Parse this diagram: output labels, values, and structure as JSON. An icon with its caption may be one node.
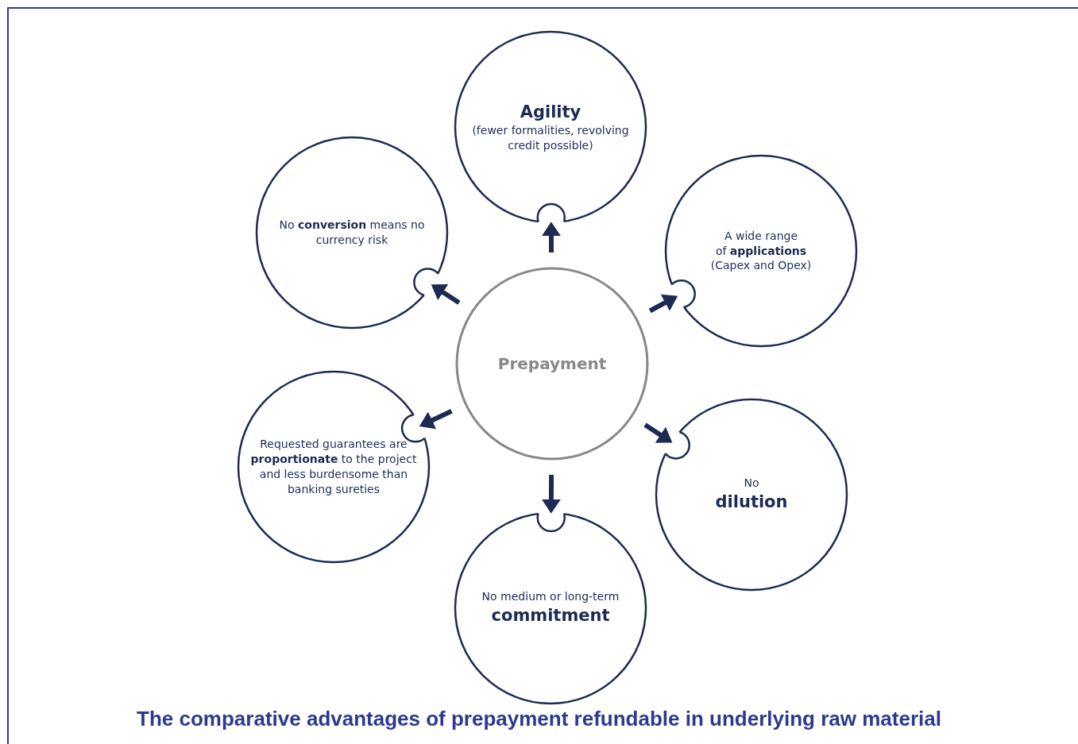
{
  "diagram": {
    "caption": "The comparative advantages of prepayment refundable in underlying raw material",
    "nodes": [
      {
        "text": [
          "Prepayment"
        ]
      },
      {
        "text": [
          "Agility",
          "(fewer formalities, revolving credit possible)"
        ]
      },
      {
        "text": [
          "No **conversion** means no currency risk"
        ]
      },
      {
        "text": [
          "A wide range",
          "of **applications**",
          "(Capex and Opex)"
        ]
      },
      {
        "text": [
          "Requested guarantees are **proportionate** to the project and less burdensome than banking sureties"
        ]
      },
      {
        "text": [
          "No",
          "dilution"
        ]
      },
      {
        "text": [
          "No medium or long-term",
          "commitment"
        ]
      }
    ],
    "edges": [
      {
        "from": 0,
        "to": 1,
        "arrow": "to"
      },
      {
        "from": 0,
        "to": 2,
        "arrow": "to"
      },
      {
        "from": 0,
        "to": 3,
        "arrow": "to"
      },
      {
        "from": 0,
        "to": 4,
        "arrow": "to"
      },
      {
        "from": 0,
        "to": 5,
        "arrow": "to"
      },
      {
        "from": 0,
        "to": 6,
        "arrow": "to"
      }
    ]
  }
}
